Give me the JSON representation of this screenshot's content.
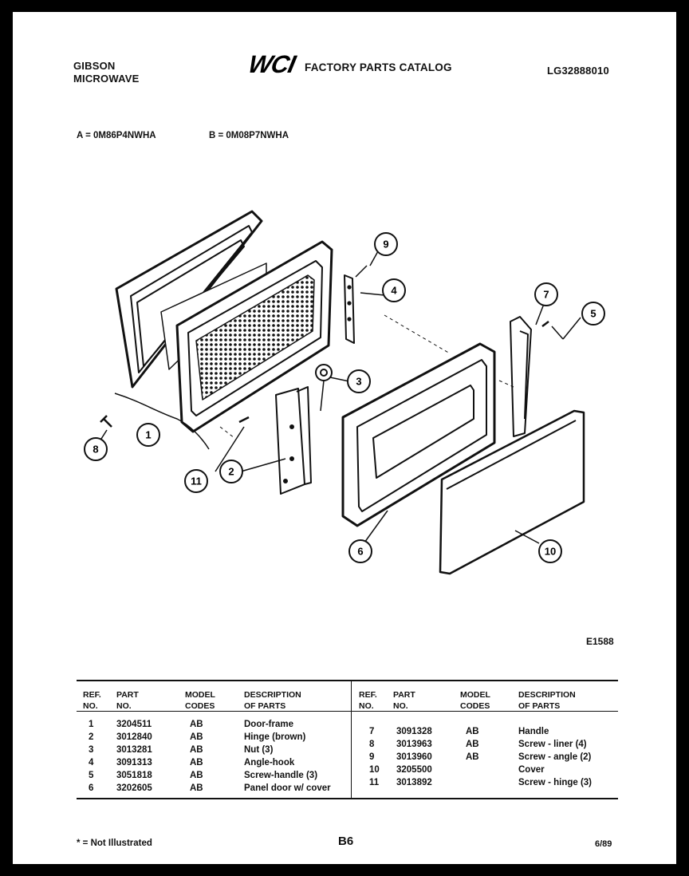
{
  "header": {
    "brand_line1": "GIBSON",
    "brand_line2": "MICROWAVE",
    "logo": "WCI",
    "catalog_title": "FACTORY PARTS CATALOG",
    "catalog_number": "LG32888010"
  },
  "models": {
    "a": "A = 0M86P4NWHA",
    "b": "B = 0M08P7NWHA"
  },
  "diagram": {
    "code": "E1588",
    "callouts": [
      "1",
      "2",
      "3",
      "4",
      "5",
      "6",
      "7",
      "8",
      "9",
      "10",
      "11"
    ]
  },
  "table": {
    "headers": {
      "ref": "REF.\nNO.",
      "part": "PART\nNO.",
      "model": "MODEL\nCODES",
      "desc": "DESCRIPTION\nOF PARTS"
    },
    "left_rows": [
      {
        "ref": "1",
        "part": "3204511",
        "codes": "AB",
        "desc": "Door-frame"
      },
      {
        "ref": "2",
        "part": "3012840",
        "codes": "AB",
        "desc": "Hinge (brown)"
      },
      {
        "ref": "3",
        "part": "3013281",
        "codes": "AB",
        "desc": "Nut (3)"
      },
      {
        "ref": "4",
        "part": "3091313",
        "codes": "AB",
        "desc": "Angle-hook"
      },
      {
        "ref": "5",
        "part": "3051818",
        "codes": "AB",
        "desc": "Screw-handle (3)"
      },
      {
        "ref": "6",
        "part": "3202605",
        "codes": "AB",
        "desc": "Panel door w/ cover"
      }
    ],
    "right_rows": [
      {
        "ref": "7",
        "part": "3091328",
        "codes": "AB",
        "desc": "Handle"
      },
      {
        "ref": "8",
        "part": "3013963",
        "codes": "AB",
        "desc": "Screw - liner (4)"
      },
      {
        "ref": "9",
        "part": "3013960",
        "codes": "AB",
        "desc": "Screw - angle (2)"
      },
      {
        "ref": "10",
        "part": "3205500",
        "codes": "",
        "desc": "Cover"
      },
      {
        "ref": "11",
        "part": "3013892",
        "codes": "",
        "desc": "Screw - hinge (3)"
      }
    ]
  },
  "footer": {
    "note": "* = Not Illustrated",
    "page_number": "B6",
    "date": "6/89"
  }
}
